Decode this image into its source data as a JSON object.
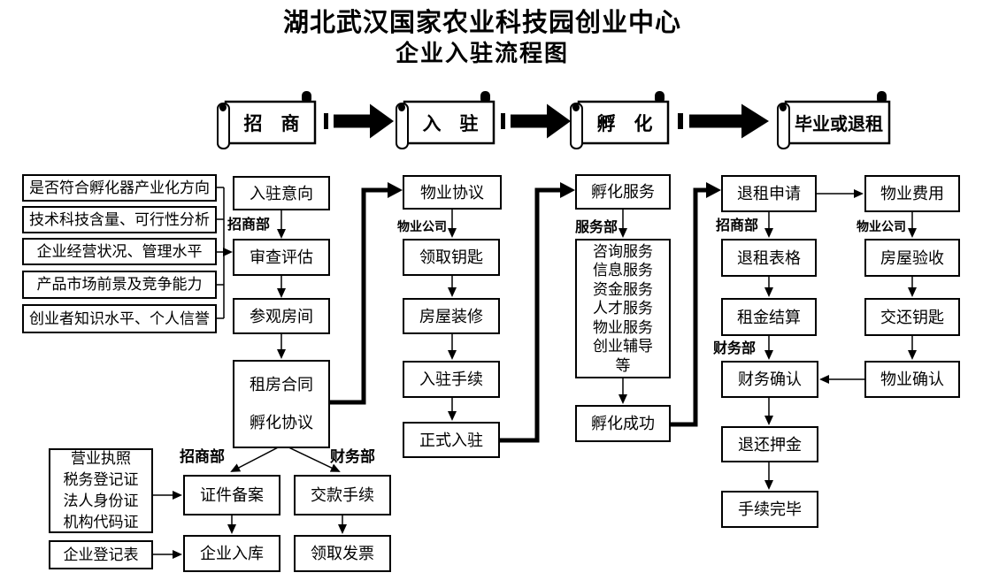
{
  "title": {
    "line1": "湖北武汉国家农业科技园创业中心",
    "line2": "企业入驻流程图"
  },
  "phases": {
    "zhaoshang": "招　商",
    "ruzhu": "入　驻",
    "fuhua": "孵　化",
    "biye": "毕业或退租"
  },
  "labels": {
    "dept_zhaoshang_main": "招商部",
    "dept_zhaoshang_bottom": "招商部",
    "dept_caiwu_bottom": "财务部",
    "dept_wuye_left": "物业公司",
    "dept_fuwu": "服务部",
    "dept_zhaoshang_exit": "招商部",
    "dept_wuye_right": "物业公司",
    "dept_caiwu_exit": "财务部"
  },
  "boxes": {
    "criteria1": "是否符合孵化器产业化方向",
    "criteria2": "技术科技含量、可行性分析",
    "criteria3": "企业经营状况、管理水平",
    "criteria4": "产品市场前景及竞争能力",
    "criteria5": "创业者知识水平、个人信誉",
    "entry_intent": "入驻意向",
    "review": "审查评估",
    "visit_room": "参观房间",
    "contract": "租房合同\n孵化协议",
    "documents": "营业执照\n税务登记证\n法人身份证\n机构代码证",
    "reg_form": "企业登记表",
    "cert_filing": "证件备案",
    "payment": "交款手续",
    "company_db": "企业入库",
    "invoice": "领取发票",
    "property_agreement": "物业协议",
    "get_keys": "领取钥匙",
    "renovation": "房屋装修",
    "checkin_procedure": "入驻手续",
    "official_checkin": "正式入驻",
    "incubation_service": "孵化服务",
    "service_list": "咨询服务\n信息服务\n资金服务\n人才服务\n物业服务\n创业辅导\n等",
    "incubation_success": "孵化成功",
    "lease_exit_apply": "退租申请",
    "lease_exit_form": "退租表格",
    "rent_settlement": "租金结算",
    "finance_confirm": "财务确认",
    "deposit_refund": "退还押金",
    "procedure_done": "手续完毕",
    "property_fee": "物业费用",
    "house_inspection": "房屋验收",
    "return_keys": "交还钥匙",
    "property_confirm": "物业确认"
  },
  "colors": {
    "line": "#000000",
    "background": "#ffffff"
  }
}
